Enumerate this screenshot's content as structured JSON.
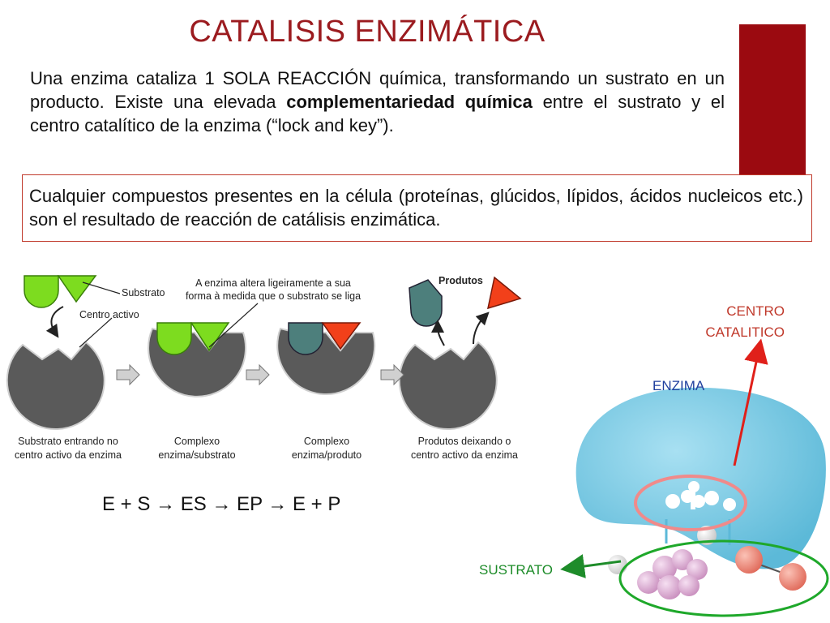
{
  "title": "CATALISIS ENZIMÁTICA",
  "intro": {
    "part1": "Una enzima cataliza 1 SOLA REACCIÓN química, transformando un sustrato en un producto. Existe una elevada ",
    "bold": "complementariedad química",
    "part2": " entre el sustrato y el centro catalítico de la enzima (“lock and key”)."
  },
  "box_text": "Cualquier compuestos presentes en la célula (proteínas, glúcidos, lípidos, ácidos nucleicos etc.) son el resultado de reacción de catálisis enzimática.",
  "equation": "E + S → ES → EP → E + P",
  "diagram_left": {
    "substrato": "Substrato",
    "centro_activo": "Centro activo",
    "note_line1": "A enzima altera ligeiramente a sua",
    "note_line2": "forma à medida que o substrato se liga",
    "produtos": "Produtos",
    "captions": [
      [
        "Substrato entrando no",
        "centro activo da enzima"
      ],
      [
        "Complexo",
        "enzima/substrato"
      ],
      [
        "Complexo",
        "enzima/produto"
      ],
      [
        "Produtos deixando o",
        "centro activo da enzima"
      ]
    ]
  },
  "diagram_right": {
    "centro_line1": "CENTRO",
    "centro_line2": "CATALITICO",
    "enzima": "ENZIMA",
    "sustrato": "SUSTRATO"
  },
  "colors": {
    "title": "#9b1b1f",
    "bar": "#9b0a10",
    "enzyme_grey": "#5a5a5a",
    "substrate_green": "#7ddc1f",
    "product_teal": "#4d7f7c",
    "product_red": "#f2401a",
    "centro_label": "#c0392b",
    "enzima_label": "#1f3f9e",
    "sustrato_label": "#1e8c2a"
  }
}
